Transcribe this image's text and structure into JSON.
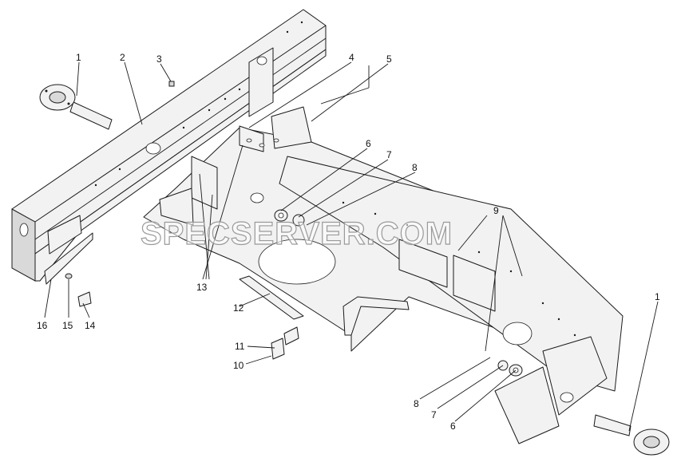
{
  "watermark": "SPECSERVER.COM",
  "callouts": {
    "c1a": "1",
    "c2": "2",
    "c3": "3",
    "c4": "4",
    "c5": "5",
    "c6a": "6",
    "c7a": "7",
    "c8a": "8",
    "c9": "9",
    "c1b": "1",
    "c13": "13",
    "c12": "12",
    "c16": "16",
    "c15": "15",
    "c14": "14",
    "c11": "11",
    "c10": "10",
    "c8b": "8",
    "c7b": "7",
    "c6b": "6"
  }
}
